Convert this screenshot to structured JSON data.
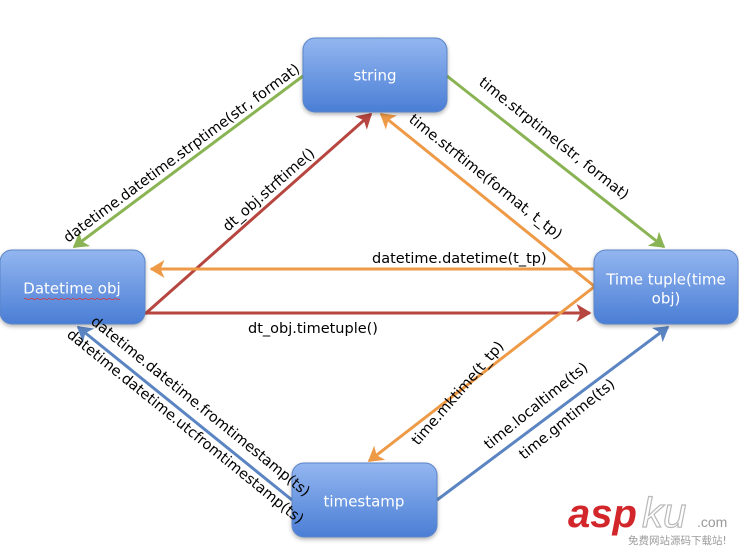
{
  "diagram": {
    "title": "Python date/time conversions",
    "colors": {
      "node_fill_top": "#8fb3ef",
      "node_fill_bottom": "#4a7fd6",
      "green": "#8ab453",
      "red": "#b6463f",
      "orange": "#ee9a47",
      "blue": "#5a84c2"
    },
    "nodes": {
      "string": {
        "label": "string"
      },
      "datetime": {
        "label": "Datetime obj"
      },
      "timetuple": {
        "label_line1": "Time tuple(time",
        "label_line2": "obj)"
      },
      "timestamp": {
        "label": "timestamp"
      }
    },
    "edges": [
      {
        "id": "string-to-datetime",
        "from": "string",
        "to": "datetime",
        "color": "green",
        "label": "datetime.datetime.strptime(str, format)"
      },
      {
        "id": "string-to-timetuple",
        "from": "string",
        "to": "timetuple",
        "color": "green",
        "label": "time.strptime(str, format)"
      },
      {
        "id": "datetime-to-string",
        "from": "datetime",
        "to": "string",
        "color": "red",
        "label": "dt_obj.strftime()"
      },
      {
        "id": "timetuple-to-string",
        "from": "timetuple",
        "to": "string",
        "color": "orange",
        "label": "time.strftime(format, t_tp)"
      },
      {
        "id": "timetuple-to-datetime",
        "from": "timetuple",
        "to": "datetime",
        "color": "orange",
        "label": "datetime.datetime(t_tp)"
      },
      {
        "id": "datetime-to-timetuple",
        "from": "datetime",
        "to": "timetuple",
        "color": "red",
        "label": "dt_obj.timetuple()"
      },
      {
        "id": "timetuple-to-timestamp",
        "from": "timetuple",
        "to": "timestamp",
        "color": "orange",
        "label": "time.mktime(t_tp)"
      },
      {
        "id": "timestamp-to-timetuple",
        "from": "timestamp",
        "to": "timetuple",
        "color": "blue",
        "label": "time.localtime(ts)",
        "label2": "time.gmtime(ts)"
      },
      {
        "id": "timestamp-to-datetime",
        "from": "timestamp",
        "to": "datetime",
        "color": "blue",
        "label": "datetime.datetime.fromtimestamp(ts)",
        "label2": "datetime.datetime.utcfromtimestamp(ts)"
      }
    ]
  },
  "watermark": {
    "brand_red": "asp",
    "brand_grey": "ku",
    "domain": ".com",
    "tagline": "免费网站源码下载站!"
  }
}
